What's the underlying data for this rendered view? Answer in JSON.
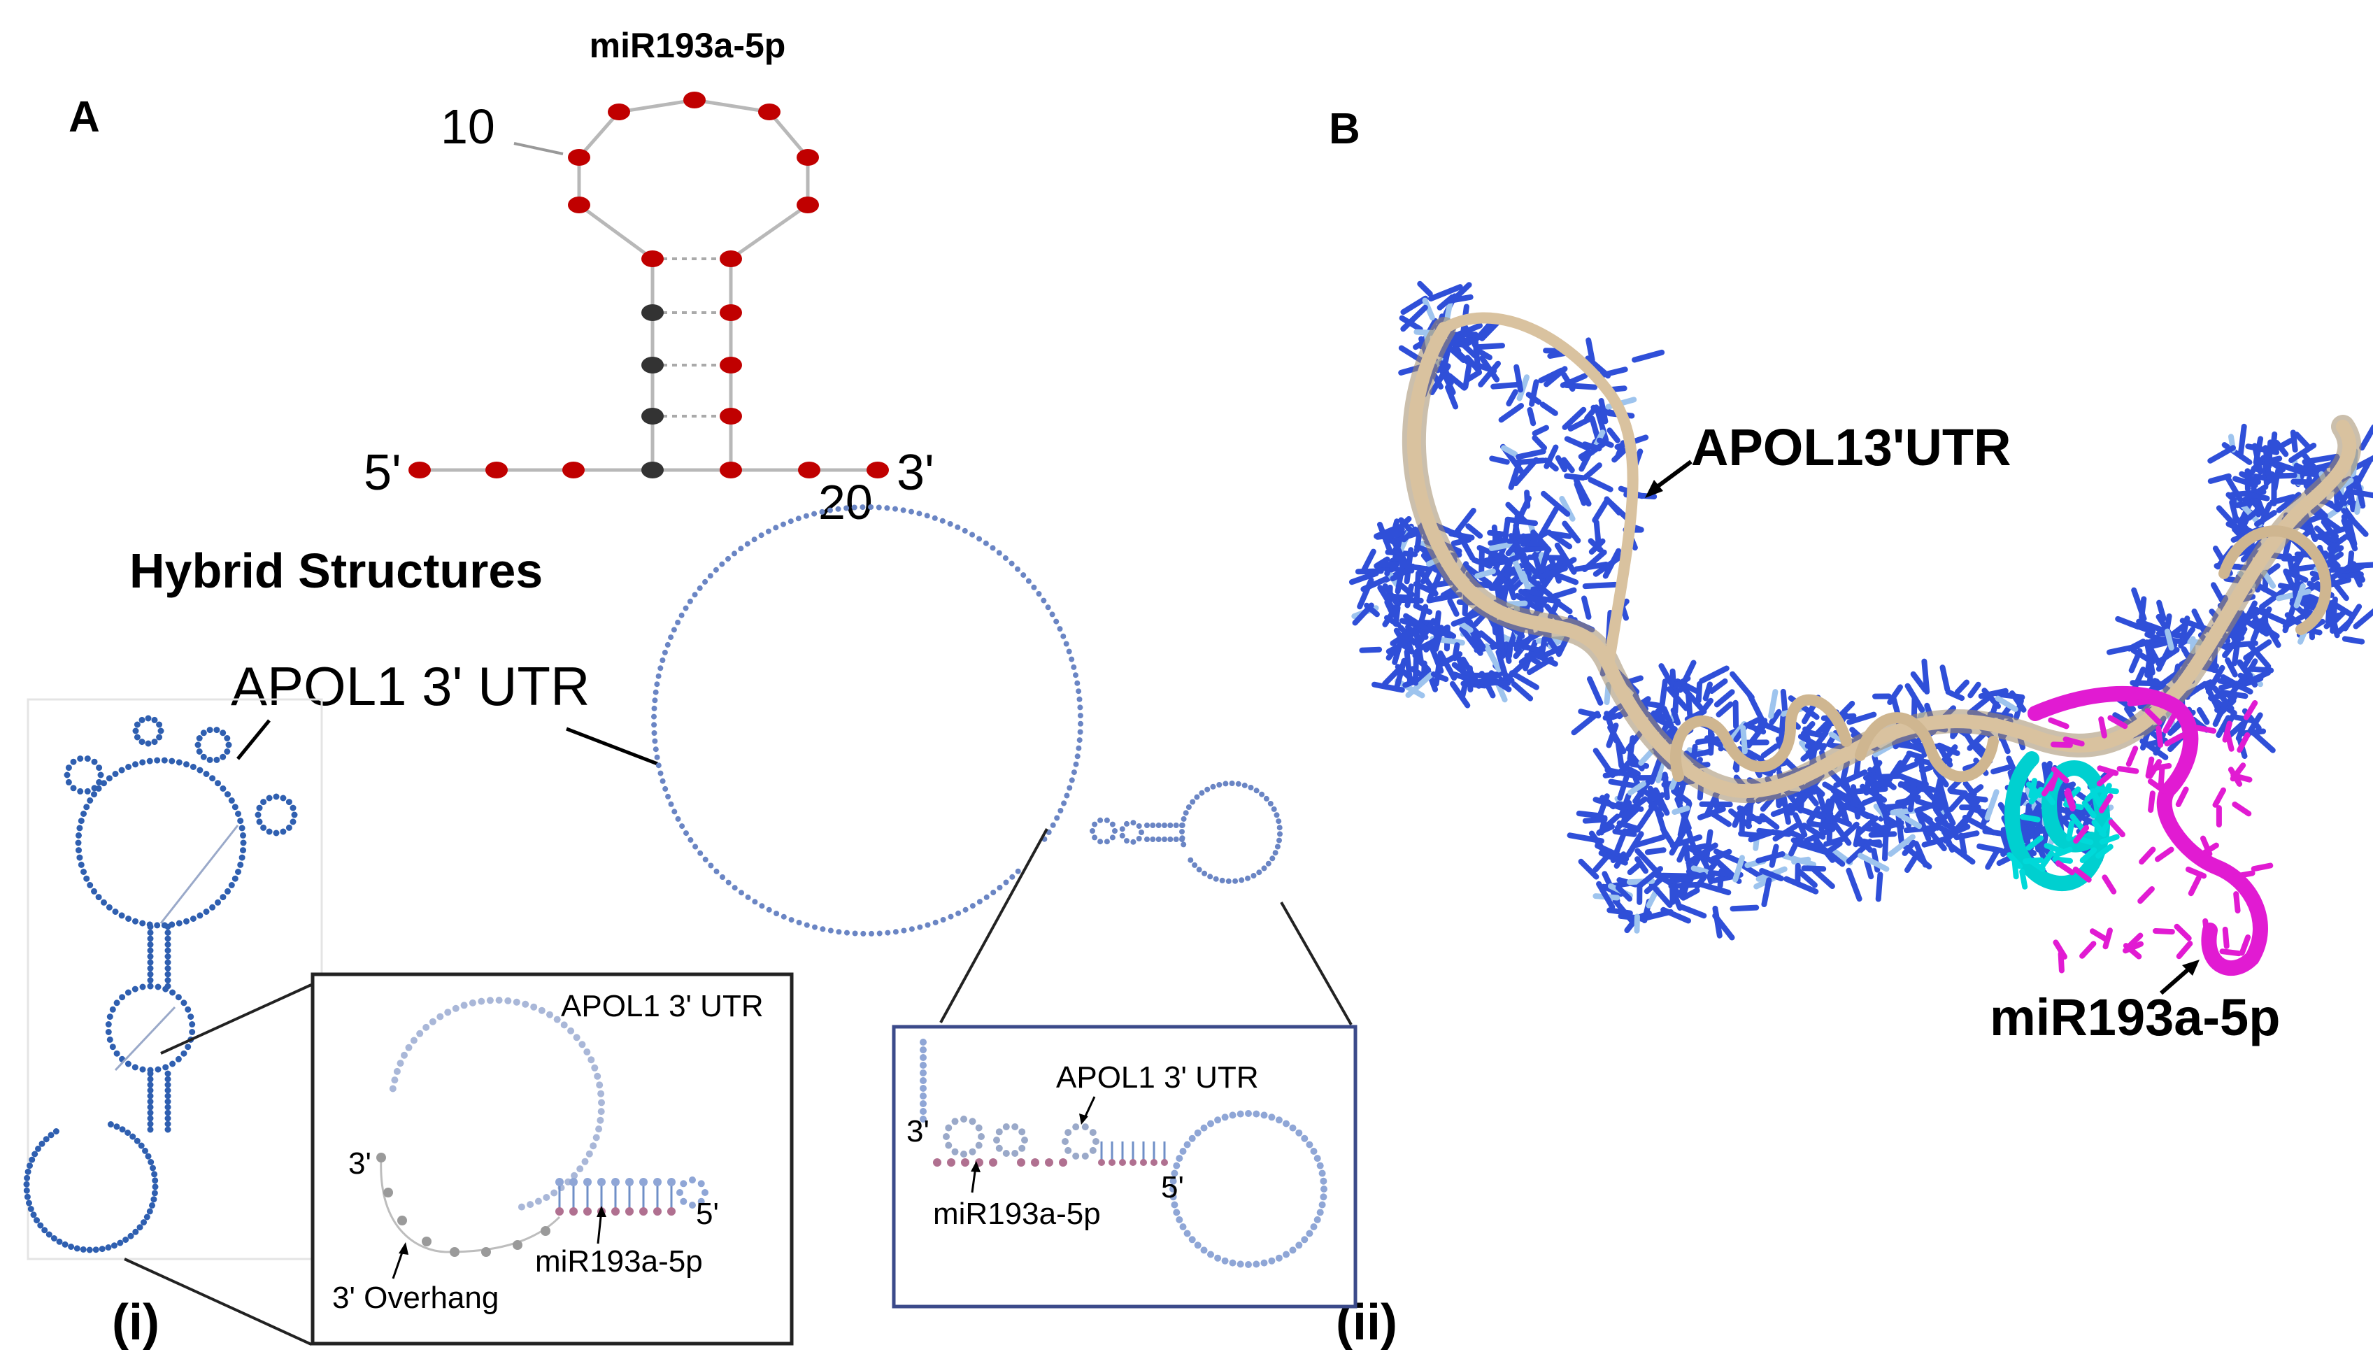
{
  "panel_a": {
    "label": "A",
    "mirna": {
      "title": "miR193a-5p",
      "end5": "5'",
      "end3": "3'",
      "pos10": "10",
      "pos20": "20"
    },
    "hybrid_title": "Hybrid Structures",
    "apol_label": "APOL1 3' UTR",
    "inset_i": {
      "apol": "APOL1 3' UTR",
      "end3": "3'",
      "end5": "5'",
      "overhang": "3' Overhang",
      "mir": "miR193a-5p"
    },
    "inset_ii": {
      "apol": "APOL1 3' UTR",
      "end3": "3'",
      "end5": "5'",
      "mir": "miR193a-5p"
    },
    "label_i": "(i)",
    "label_ii": "(ii)"
  },
  "panel_b": {
    "label": "B",
    "utr_label": "APOL13'UTR",
    "mir_label": "miR193a-5p"
  },
  "colors": {
    "nucleotide_red": "#c00000",
    "nucleotide_dark": "#333333",
    "rna_blue": "#2f4fd8",
    "ribbon_tan": "#d9c29f",
    "mir_magenta": "#e11bd2",
    "cyan": "#00d9d9",
    "mir_pink": "#b07090"
  }
}
